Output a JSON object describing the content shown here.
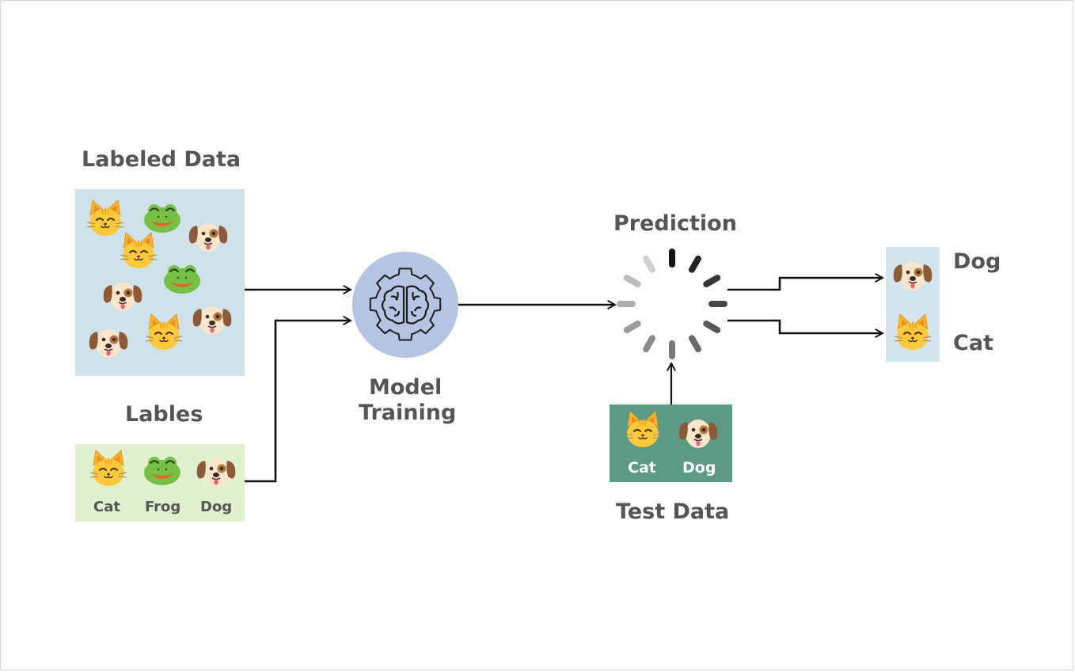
{
  "labeled_data": {
    "title": "Labeled Data"
  },
  "labels": {
    "title": "Lables",
    "items": [
      "Cat",
      "Frog",
      "Dog"
    ]
  },
  "model": {
    "line1": "Model",
    "line2": "Training"
  },
  "prediction": {
    "title": "Prediction"
  },
  "test_data": {
    "title": "Test Data",
    "items": [
      "Cat",
      "Dog"
    ]
  },
  "outputs": [
    "Dog",
    "Cat"
  ],
  "colors": {
    "labeled_bg": "#cfe2ea",
    "labels_bg": "#e1f1d0",
    "model_circle": "#b4c4e2",
    "test_bg": "#5d9a85",
    "output_bg": "#d4e4ec",
    "text": "#555555"
  },
  "icons": [
    "cat-face-icon",
    "frog-face-icon",
    "dog-face-icon",
    "brain-gear-icon",
    "loading-spinner-icon"
  ]
}
